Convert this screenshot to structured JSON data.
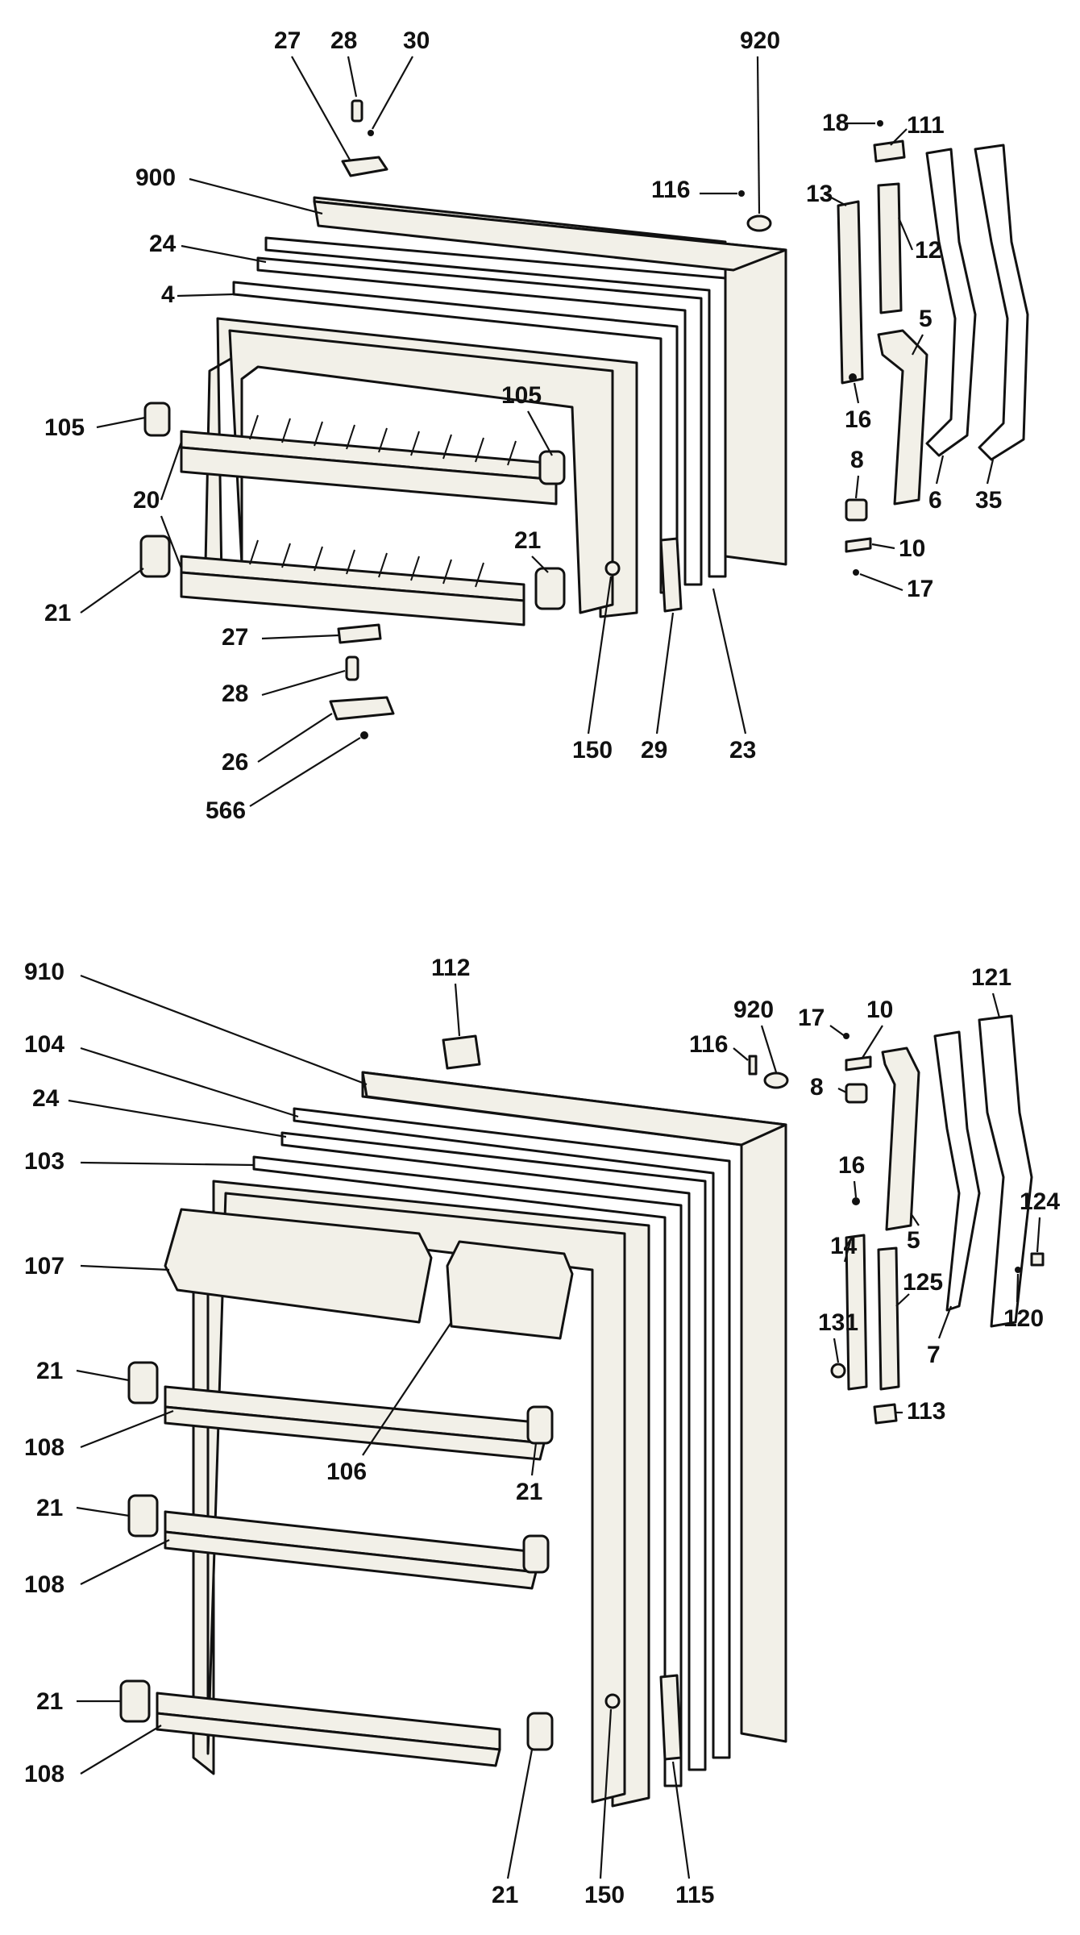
{
  "top_assembly": {
    "labels": {
      "l27": "27",
      "l28": "28",
      "l30": "30",
      "l920": "920",
      "l900": "900",
      "l116": "116",
      "l18": "18",
      "l111": "111",
      "l24": "24",
      "l4": "4",
      "l13": "13",
      "l12": "12",
      "l5": "5",
      "l105a": "105",
      "l105b": "105",
      "l16": "16",
      "l8": "8",
      "l6": "6",
      "l35": "35",
      "l20": "20",
      "l10": "10",
      "l21a": "21",
      "l21b": "21",
      "l17": "17",
      "l27b": "27",
      "l28b": "28",
      "l26": "26",
      "l566": "566",
      "l150": "150",
      "l29": "29",
      "l23": "23"
    }
  },
  "bottom_assembly": {
    "labels": {
      "l910": "910",
      "l112": "112",
      "l104": "104",
      "l920": "920",
      "l116": "116",
      "l17": "17",
      "l10": "10",
      "l121": "121",
      "l24": "24",
      "l8": "8",
      "l103": "103",
      "l16": "16",
      "l124": "124",
      "l107": "107",
      "l14": "14",
      "l5": "5",
      "l125": "125",
      "l120": "120",
      "l131": "131",
      "l7": "7",
      "l21a": "21",
      "l113": "113",
      "l108a": "108",
      "l106": "106",
      "l21b": "21",
      "l21c": "21",
      "l108b": "108",
      "l21d": "21",
      "l108c": "108",
      "l21e": "21",
      "l150": "150",
      "l115": "115"
    }
  }
}
